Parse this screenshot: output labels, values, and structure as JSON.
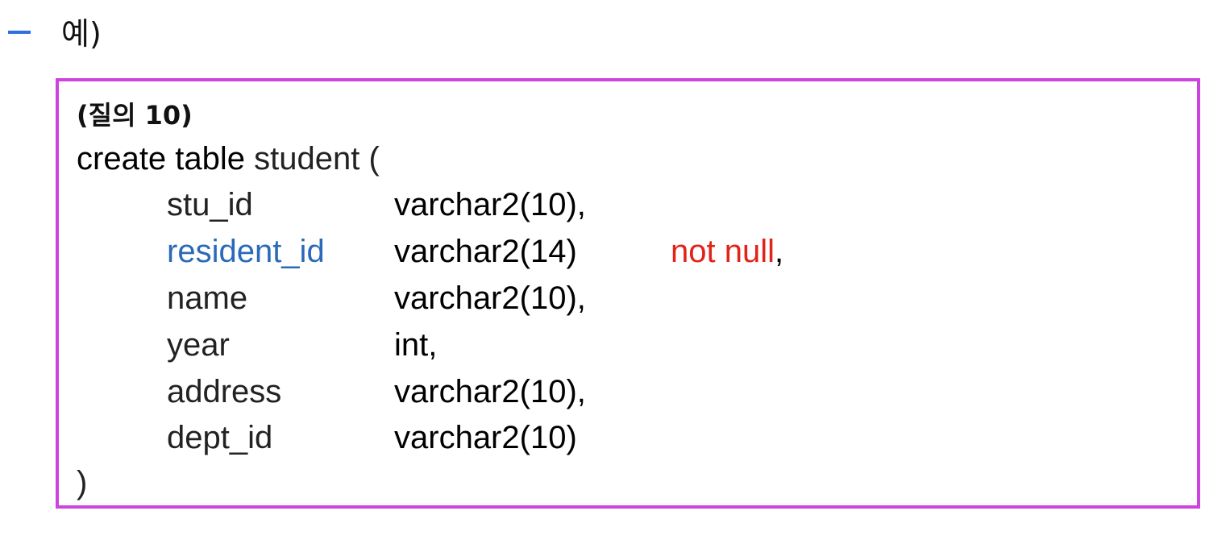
{
  "bullet": {
    "label": "예)"
  },
  "code": {
    "query_label": "(질의 10)",
    "create_keyword": "create table",
    "table_name": " student (",
    "columns": [
      {
        "name": "stu_id",
        "type": "varchar2(10),",
        "constraint": "",
        "tail": ""
      },
      {
        "name": "resident_id",
        "type": "varchar2(14)",
        "constraint": "not null",
        "tail": ","
      },
      {
        "name": "name",
        "type": "varchar2(10),",
        "constraint": "",
        "tail": ""
      },
      {
        "name": "year",
        "type": "int,",
        "constraint": "",
        "tail": ""
      },
      {
        "name": "address",
        "type": "varchar2(10),",
        "constraint": "",
        "tail": ""
      },
      {
        "name": "dept_id",
        "type": "varchar2(10)",
        "constraint": "",
        "tail": ""
      }
    ],
    "closing": ")"
  },
  "colors": {
    "dash": "#2f6fe0",
    "border": "#cc44dd",
    "highlight_column": "#2a6ab8",
    "constraint": "#e2231a"
  }
}
